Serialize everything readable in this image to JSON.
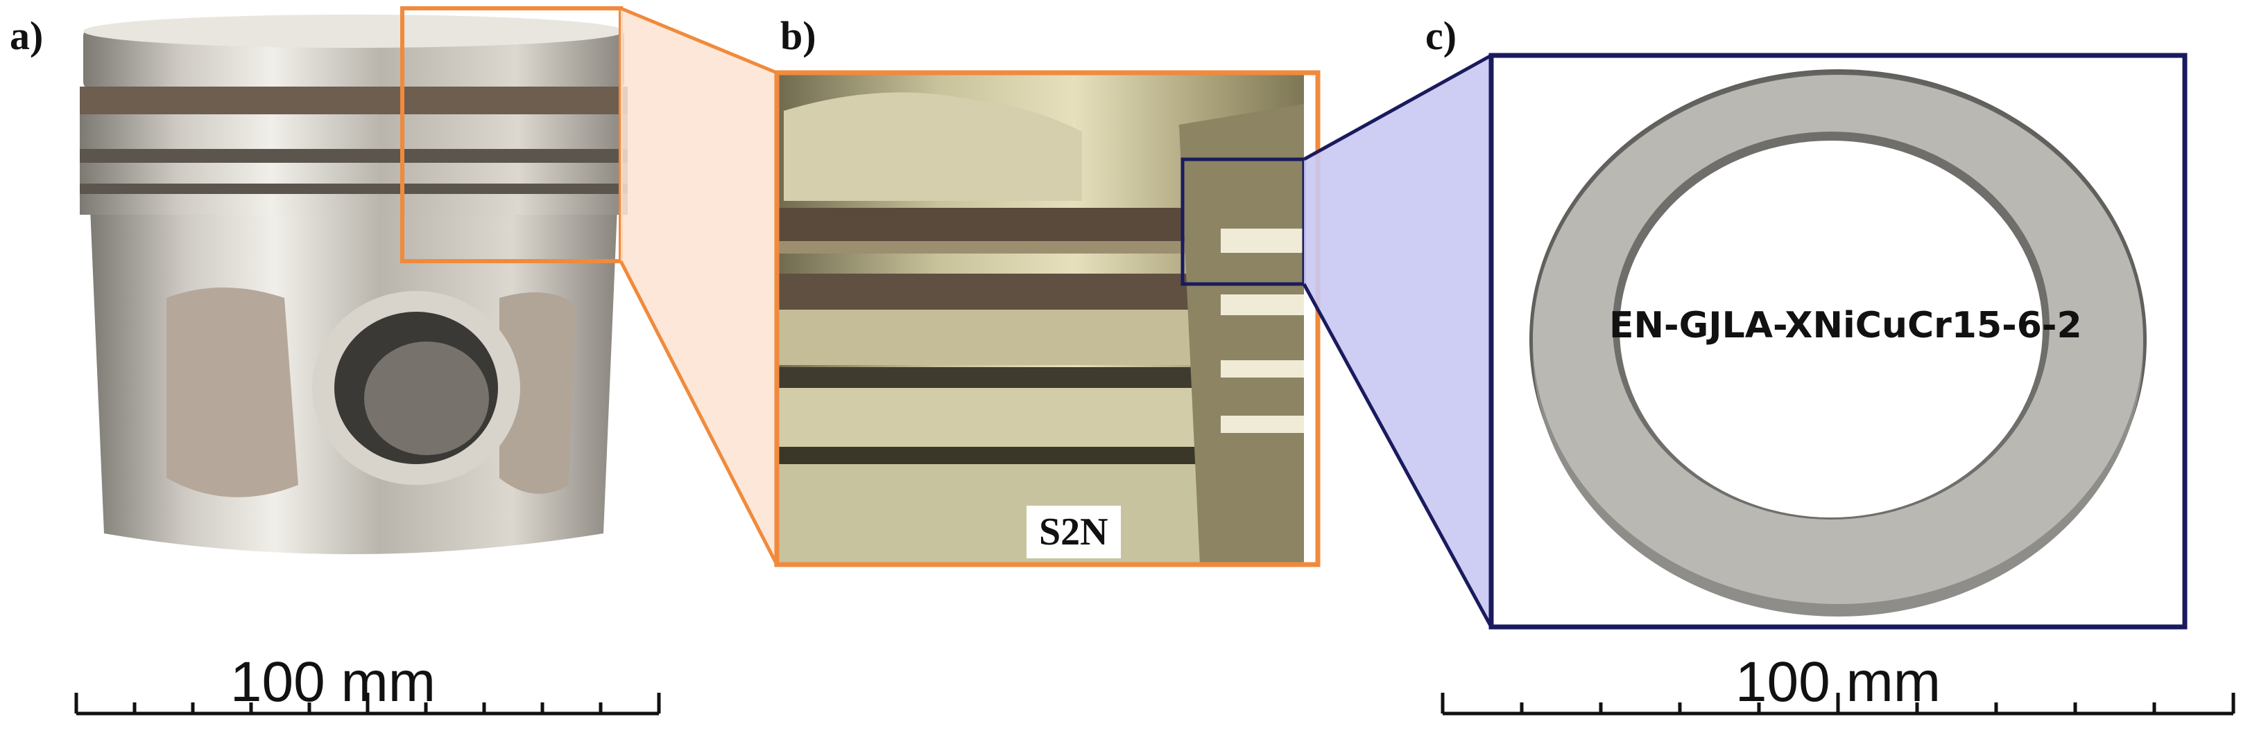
{
  "panels": {
    "a": {
      "label": "a)"
    },
    "b": {
      "label": "b)",
      "tag": "S2N"
    },
    "c": {
      "label": "c)",
      "tag": "EN-GJLA-XNiCuCr15-6-2"
    }
  },
  "scale_bars": [
    {
      "label": "100 mm",
      "ticks": 10
    },
    {
      "label": "100 mm",
      "ticks": 10
    }
  ],
  "colors": {
    "orange_frame": "#f08a3c",
    "orange_fill": "#fbe3d2",
    "navy_frame": "#1a1a5e",
    "lavender_fill": "#c9c8f2"
  }
}
